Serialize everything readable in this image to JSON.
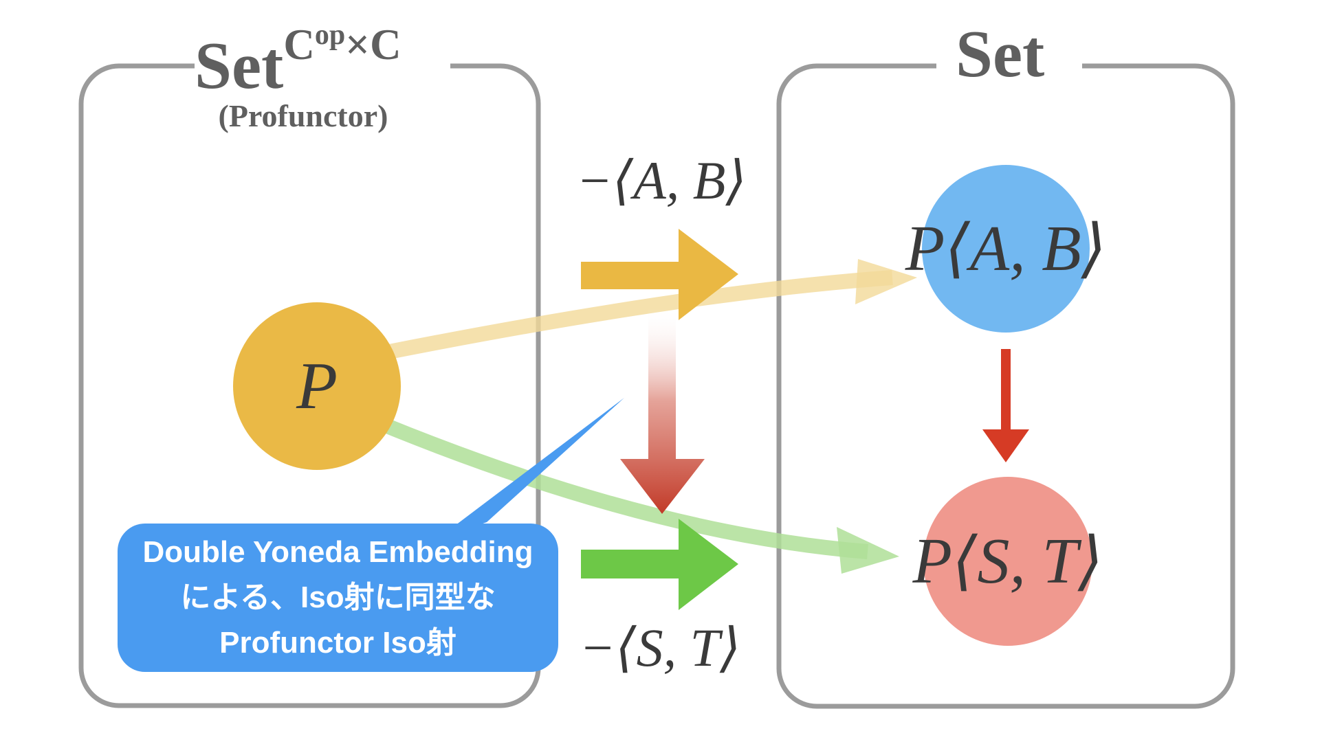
{
  "left_box": {
    "title_base": "Set",
    "title_sup_base": "C",
    "title_sup_exp": "op",
    "title_sup_rest": "×C",
    "subtitle": "(Profunctor)"
  },
  "right_box": {
    "title": "Set"
  },
  "nodes": {
    "profunctor": {
      "label": "P",
      "color": "#EAB946"
    },
    "pab": {
      "label": "P⟨A, B⟩",
      "color": "#72B8F1"
    },
    "pst": {
      "label": "P⟨S, T⟩",
      "color": "#F0998F"
    }
  },
  "arrows": {
    "top": {
      "label": "−⟨A, B⟩",
      "color": "#EAB843"
    },
    "bottom": {
      "label": "−⟨S, T⟩",
      "color": "#6DC847"
    },
    "down_gradient": {
      "color_soft": "#E2998E",
      "color_deep": "#C23A28"
    },
    "iso": {
      "color": "#D63B25"
    },
    "curve_top": {
      "color": "#F3D999"
    },
    "curve_bottom": {
      "color": "#AFDF98"
    }
  },
  "callout": {
    "lines": [
      "Double Yoneda Embedding",
      "による、Iso射に同型な",
      "Profunctor Iso射"
    ],
    "color": "#4A9BF0",
    "text_color": "#FFFFFF"
  },
  "frame": {
    "border_color": "#9B9B9B",
    "title_color": "#5F5F5F",
    "math_color": "#3A3A3A",
    "background": "#FFFFFF"
  }
}
